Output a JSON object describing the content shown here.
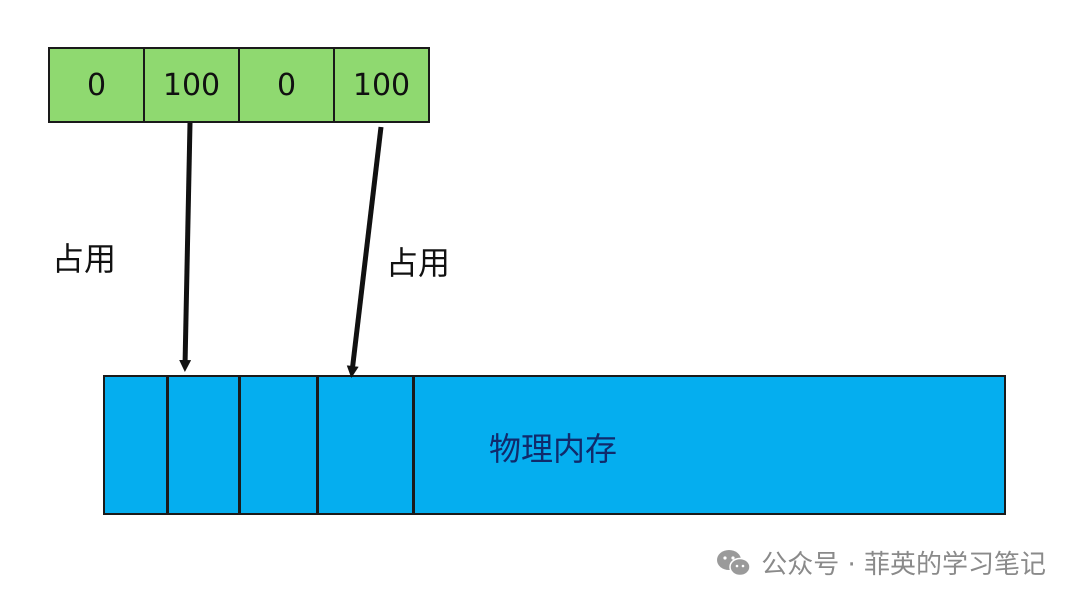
{
  "array": {
    "cells": [
      "0",
      "100",
      "0",
      "100"
    ],
    "fill_color": "#8fd970"
  },
  "labels": {
    "left": "占用",
    "right": "占用"
  },
  "memory": {
    "label": "物理内存",
    "fill_color": "#05aeef"
  },
  "watermark": {
    "icon": "wechat-icon",
    "text": "公众号 · 菲英的学习笔记"
  }
}
